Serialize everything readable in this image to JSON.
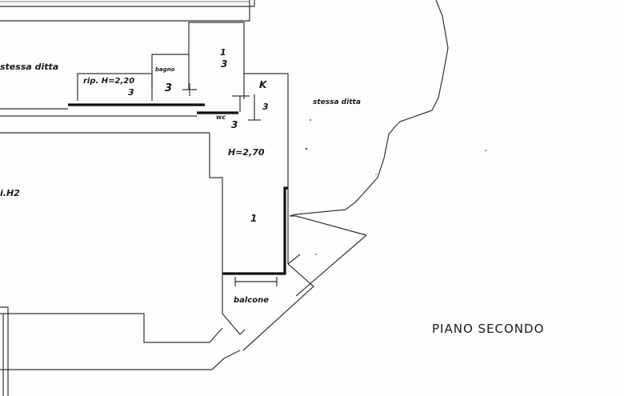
{
  "plan": {
    "title": "PIANO SECONDO",
    "labels": {
      "stessa_ditta_left": "stessa ditta",
      "stessa_ditta_right": "stessa ditta",
      "rip": "rip. H=2,20",
      "rip_sub": "3",
      "bagno": "bagno",
      "bagno_sub": "3",
      "room_top": "1",
      "room_top_sub": "3",
      "k": "K",
      "k_sub": "3",
      "wc": "wc",
      "wc_sub": "3",
      "height": "H=2,70",
      "main_room": "1",
      "balcone": "balcone",
      "left_edge": "i.H2"
    }
  }
}
